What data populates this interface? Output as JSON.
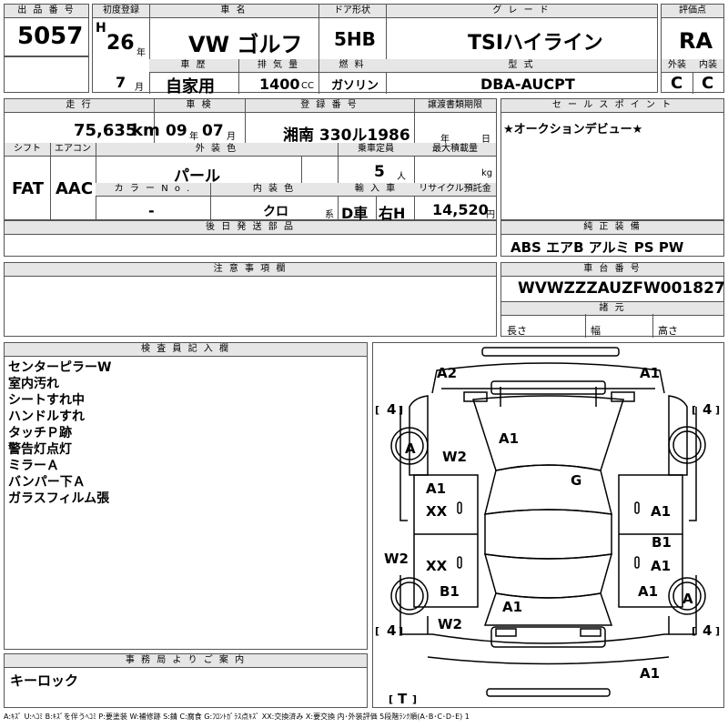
{
  "header": {
    "lot_number_label": "出 品 番 号",
    "lot_number": "5057",
    "first_reg_label": "初度登録",
    "era_letter": "H",
    "first_reg_year": "26",
    "year_unit": "年",
    "first_reg_month": "7",
    "month_unit": "月",
    "car_name_label": "車 名",
    "car_name": "VW ゴルフ",
    "door_label": "ドア形状",
    "door_type": "5HB",
    "grade_label": "グ レ ー ド",
    "grade": "TSIハイライン",
    "score_label": "評価点",
    "score": "RA",
    "history_label": "車 歴",
    "history": "自家用",
    "displacement_label": "排 気 量",
    "displacement": "1400",
    "displacement_unit": "CC",
    "fuel_label": "燃 料",
    "fuel": "ガソリン",
    "model_label": "型 式",
    "model": "DBA-AUCPT",
    "exterior_label": "外装",
    "exterior_grade": "C",
    "interior_label": "内装",
    "interior_grade": "C"
  },
  "details": {
    "mileage_label": "走 行",
    "mileage": "75,635",
    "mileage_unit": "km",
    "inspection_label": "車 検",
    "inspection_year": "09",
    "inspection_month": "07",
    "year_unit": "年",
    "month_unit": "月",
    "registration_label": "登 録 番 号",
    "registration": "湘南 330ル1986",
    "transfer_label": "譲渡書類期限",
    "transfer_year_unit": "年",
    "transfer_day_unit": "日",
    "shift_label": "シフト",
    "shift": "FAT",
    "aircon_label": "エアコン",
    "aircon": "AAC",
    "ext_color_label": "外 装 色",
    "ext_color": "パール",
    "capacity_label": "乗車定員",
    "capacity": "5",
    "capacity_unit": "人",
    "max_load_label": "最大積載量",
    "max_load_unit": "kg",
    "color_no_label": "カ ラ ー N o .",
    "color_no": "-",
    "int_color_label": "内 装 色",
    "int_color": "クロ",
    "int_color_unit": "系",
    "import_label": "輸 入 車",
    "import_type": "D車",
    "steering": "右H",
    "recycle_label": "リサイクル預託金",
    "recycle": "14,520",
    "recycle_unit": "円",
    "later_parts_label": "後 日 発 送 部 品"
  },
  "sales_point": {
    "label": "セ ー ル ス ポ イ ン ト",
    "text": "★オークションデビュー★"
  },
  "equipment": {
    "label": "純 正 装 備",
    "text": "ABS エアB アルミ PS PW"
  },
  "caution": {
    "label": "注 意 事 項 欄"
  },
  "vin": {
    "label": "車 台 番 号",
    "value": "WVWZZZAUZFW001827",
    "specs_label": "諸 元",
    "length_label": "長さ",
    "width_label": "幅",
    "height_label": "高さ"
  },
  "inspector": {
    "label": "検 査 員 記 入 欄",
    "notes": [
      "センターピラーW",
      "室内汚れ",
      "シートすれ中",
      "ハンドルすれ",
      "タッチＰ跡",
      "警告灯点灯",
      "ミラーＡ",
      "バンパー下Ａ",
      "ガラスフィルム張"
    ]
  },
  "office": {
    "label": "事 務 局 よ り ご 案 内",
    "text": "キーロック"
  },
  "diagram": {
    "marks": {
      "a2_top": "A2",
      "a1_top_right": "A1",
      "tire_tl": "4",
      "tire_tr": "4",
      "tire_bl": "4",
      "tire_br": "4",
      "wheel_fl": "A",
      "wheel_rr": "A",
      "w2_front": "W2",
      "a1_hood": "A1",
      "g_windshield": "G",
      "a1_left_front": "A1",
      "xx_left_front": "XX",
      "a1_right_front": "A1",
      "w2_left": "W2",
      "xx_left_rear": "XX",
      "b1_right": "B1",
      "a1_right_mid": "A1",
      "b1_left": "B1",
      "a1_roof_rear": "A1",
      "a1_right_rear": "A1",
      "w2_rear": "W2",
      "a1_bottom": "A1",
      "trunk": "T"
    }
  },
  "legend": "A:ｷｽﾞ U:ﾍｺﾐ B:ｷｽﾞを伴うﾍｺﾐ P:要塗装 W:補修跡 S:錆 C:腐食 G:ﾌﾛﾝﾄｶﾞﾗｽ点ｷｽﾞ XX:交換済み X:要交換 内･外装評価 5段階ﾗﾝｸ順(A･B･C･D･E) 1"
}
